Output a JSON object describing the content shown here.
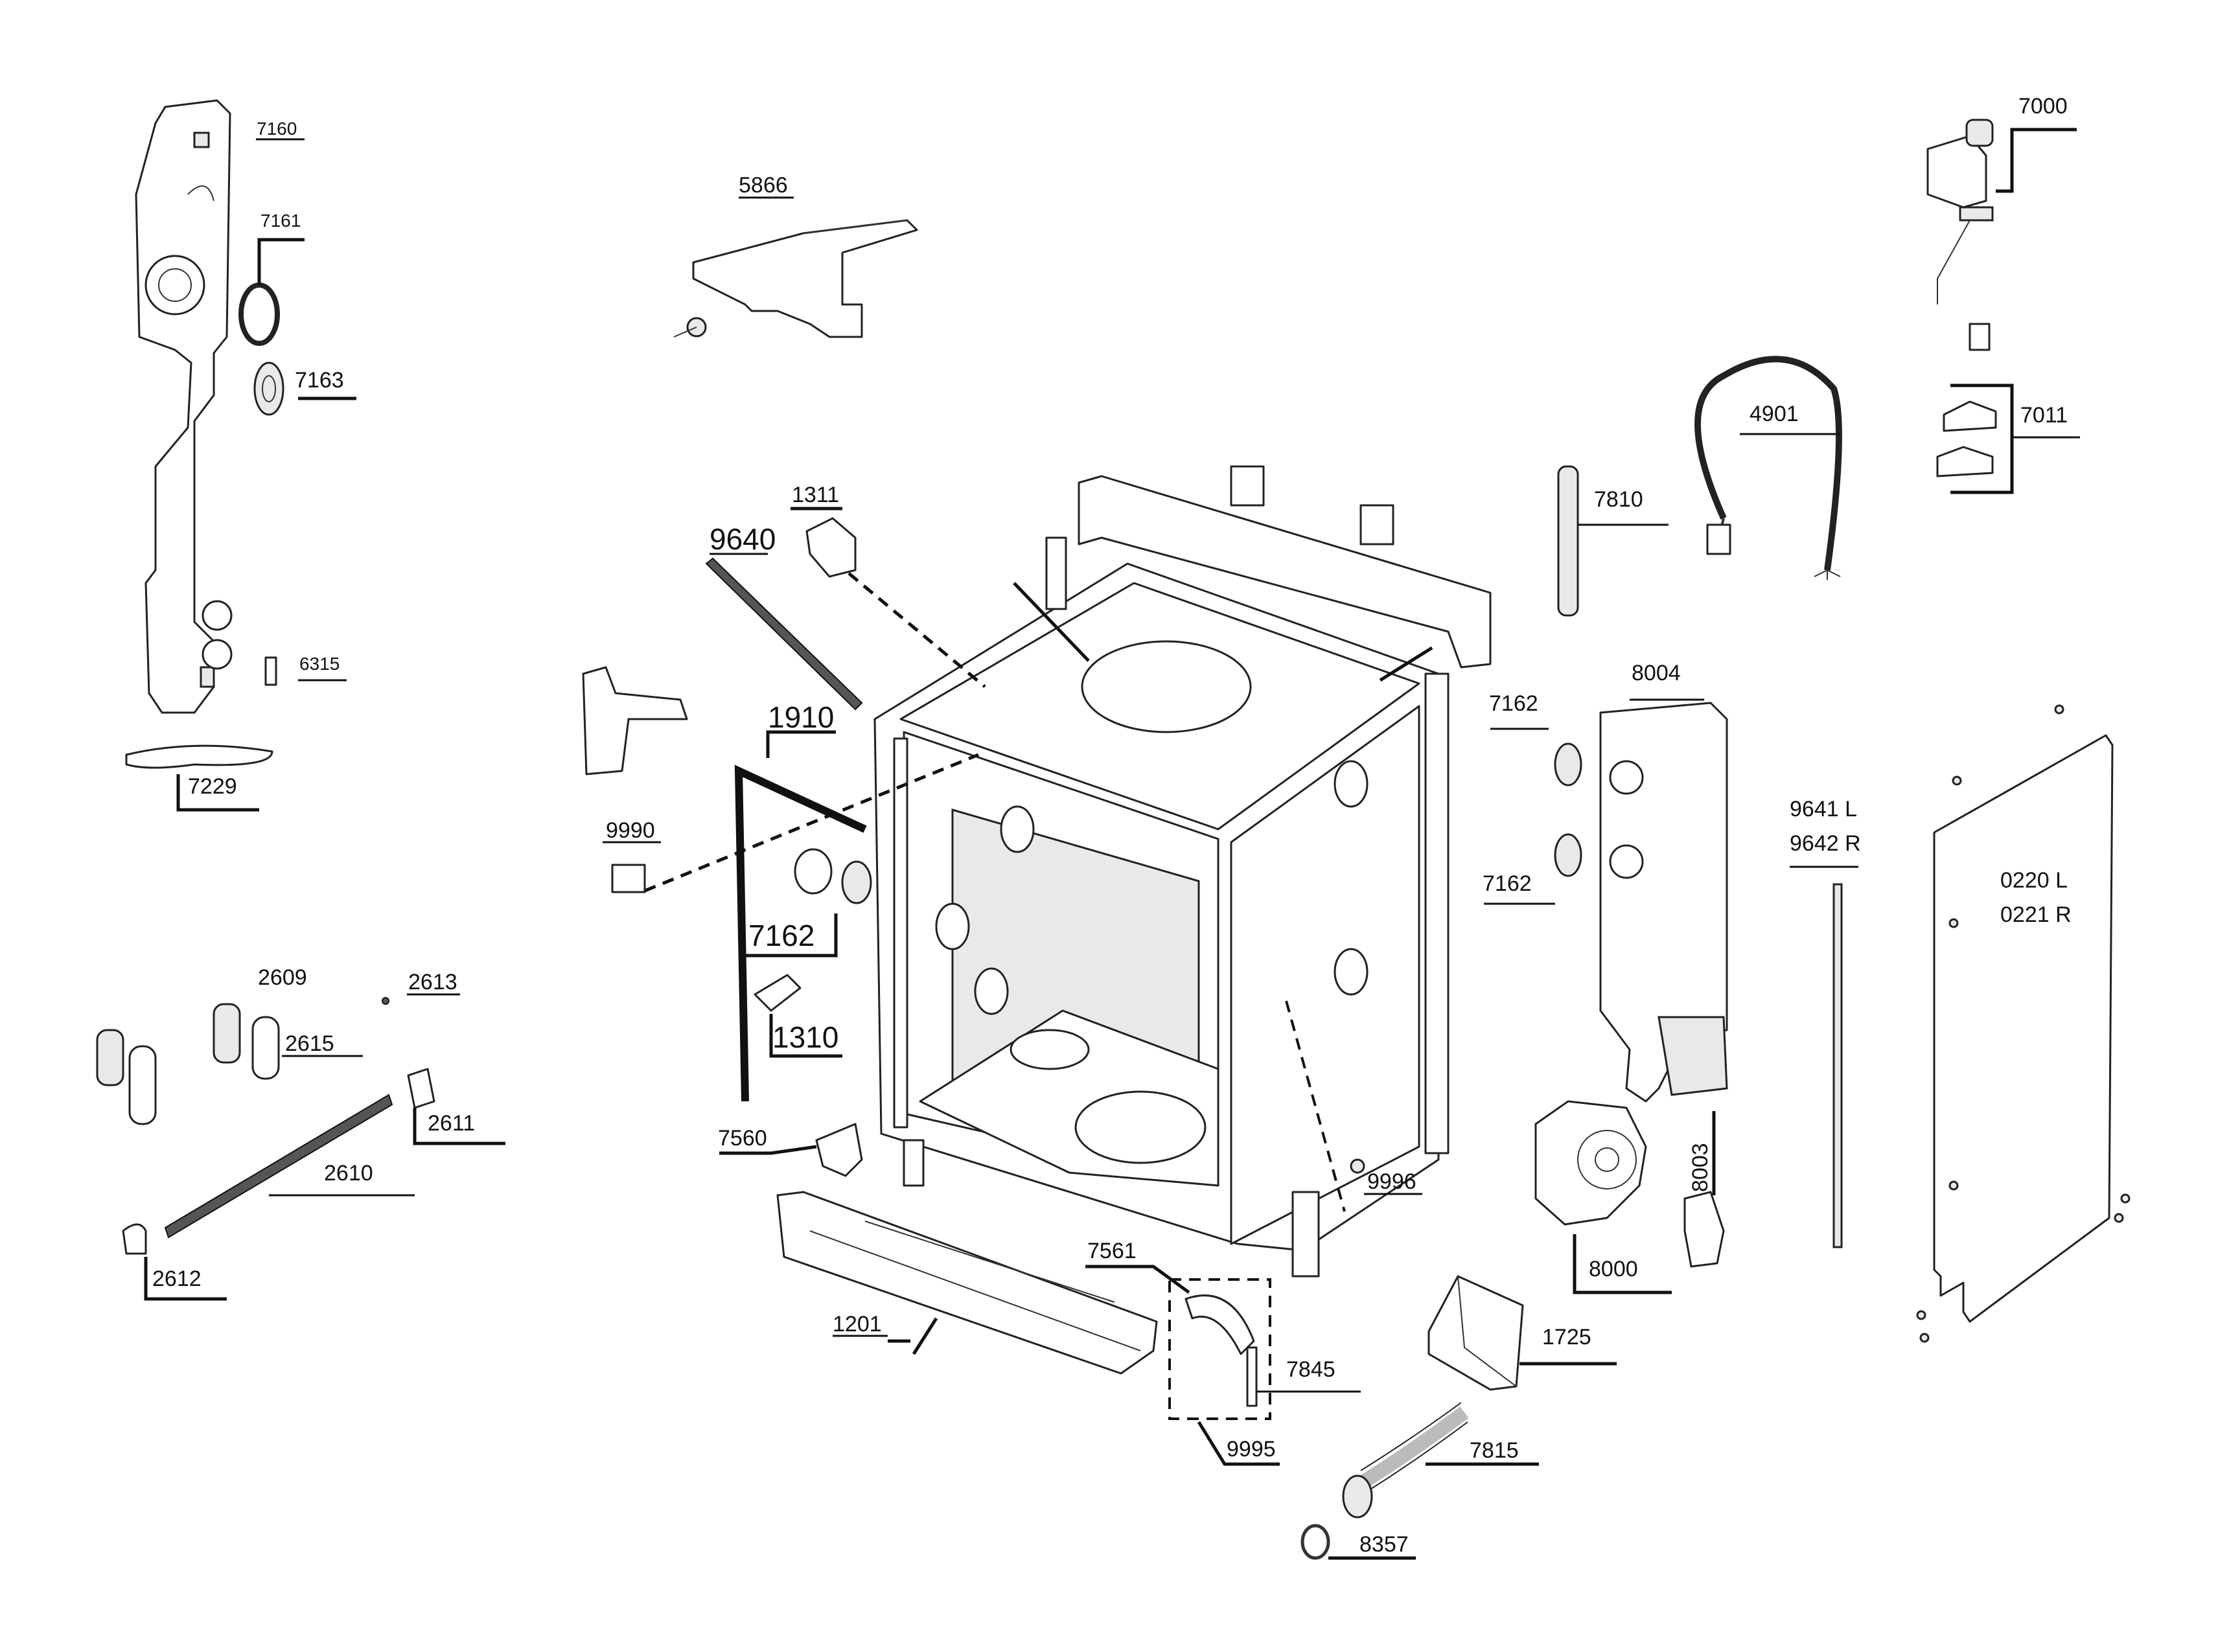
{
  "diagram": {
    "part_labels": {
      "p7160": "7160",
      "p7161": "7161",
      "p7163": "7163",
      "p6315": "6315",
      "p7229": "7229",
      "p5866": "5866",
      "p1311": "1311",
      "p9640": "9640",
      "p1910": "1910",
      "p9990": "9990",
      "p7162a": "7162",
      "p1310": "1310",
      "p7560": "7560",
      "p2609": "2609",
      "p2613": "2613",
      "p2615": "2615",
      "p2611": "2611",
      "p2610": "2610",
      "p2612": "2612",
      "p1201": "1201",
      "p7561": "7561",
      "p7845": "7845",
      "p9995": "9995",
      "p9996": "9996",
      "p7000": "7000",
      "p7011": "7011",
      "p4901": "4901",
      "p7810": "7810",
      "p8004": "8004",
      "p7162b": "7162",
      "p7162c": "7162",
      "p9641": "9641 L",
      "p9642": "9642 R",
      "p0220": "0220 L",
      "p0221": "0221 R",
      "p8003": "8003",
      "p8000": "8000",
      "p1725": "1725",
      "p7815": "7815",
      "p8357": "8357"
    }
  }
}
